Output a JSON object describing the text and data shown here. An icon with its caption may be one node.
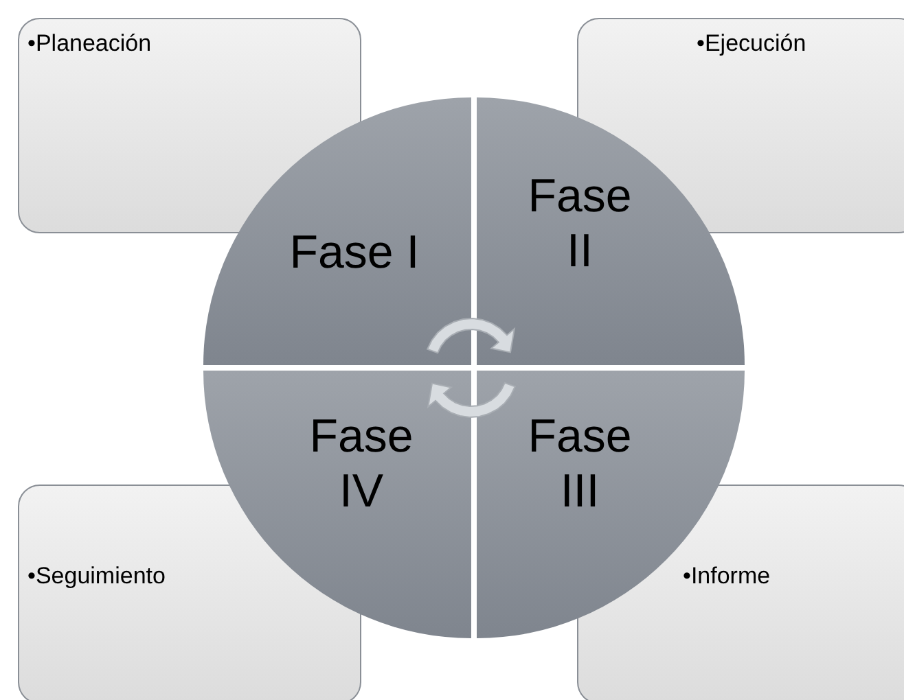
{
  "diagram": {
    "nodes": [
      {
        "text": [
          "•Planeación"
        ]
      },
      {
        "text": [
          "•Ejecución"
        ]
      },
      {
        "text": [
          "Fase I"
        ]
      },
      {
        "text": [
          "Fase II"
        ]
      },
      {
        "text": [
          "Fase IV"
        ]
      },
      {
        "text": [
          "Fase III"
        ]
      },
      {
        "text": [
          "•Seguimiento"
        ]
      },
      {
        "text": [
          "•Informe"
        ]
      }
    ]
  }
}
